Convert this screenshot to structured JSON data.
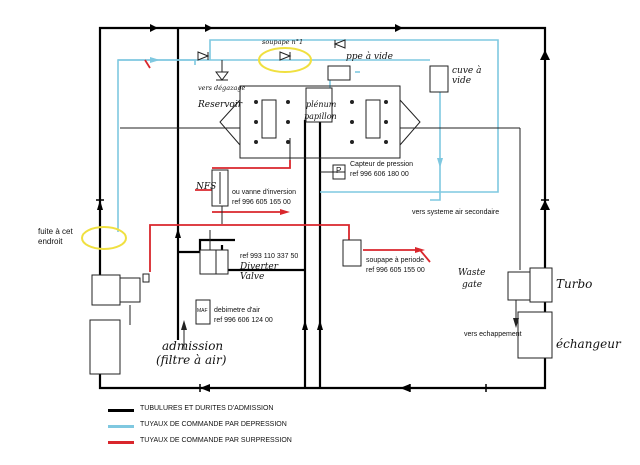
{
  "labels": {
    "soupape_n1": "soupape n°1",
    "ppe_a_vide": "ppe à vide",
    "cuve_a_vide": "cuve à vide",
    "vers_degazage": "vers dégazage",
    "reservoir": "Reservoir",
    "plenum": "plénum",
    "papillon": "papillon",
    "capteur_pression": "Capteur de pression",
    "capteur_ref": "ref 996 606 180 00",
    "capteur_letter": "P",
    "nfs": "NFS",
    "vanne_inversion": "ou vanne d'inversion",
    "vanne_ref": "ref 996 605 165 00",
    "vers_air_secondaire": "vers systeme air secondaire",
    "fuite_line1": "fuite à cet",
    "fuite_line2": "endroit",
    "diverter_ref": "ref 993 110 337 50",
    "diverter_line1": "Diverter",
    "diverter_line2": "Valve",
    "soupape_periode": "soupape à periode",
    "soupape_periode_ref": "ref 996 605 155 00",
    "waste_line1": "Waste",
    "waste_line2": "gate",
    "turbo": "Turbo",
    "vers_echappement": "vers echappement",
    "echangeur": "échangeur",
    "debimetre": "debimetre d'air",
    "debimetre_ref": "ref 996 606 124 00",
    "debimetre_box": "MAF",
    "admission_line1": "admission",
    "admission_line2": "(filtre à air)"
  },
  "legend": [
    {
      "label": "TUBULURES ET DURITES D'ADMISSION",
      "color": "#000000"
    },
    {
      "label": "TUYAUX DE COMMANDE PAR DEPRESSION",
      "color": "#7fc8e0"
    },
    {
      "label": "TUYAUX DE COMMANDE PAR SURPRESSION",
      "color": "#d9262c"
    }
  ],
  "colors": {
    "admission": "#000000",
    "depression": "#7fc8e0",
    "surpression": "#d9262c",
    "highlight": "#f0e040"
  }
}
